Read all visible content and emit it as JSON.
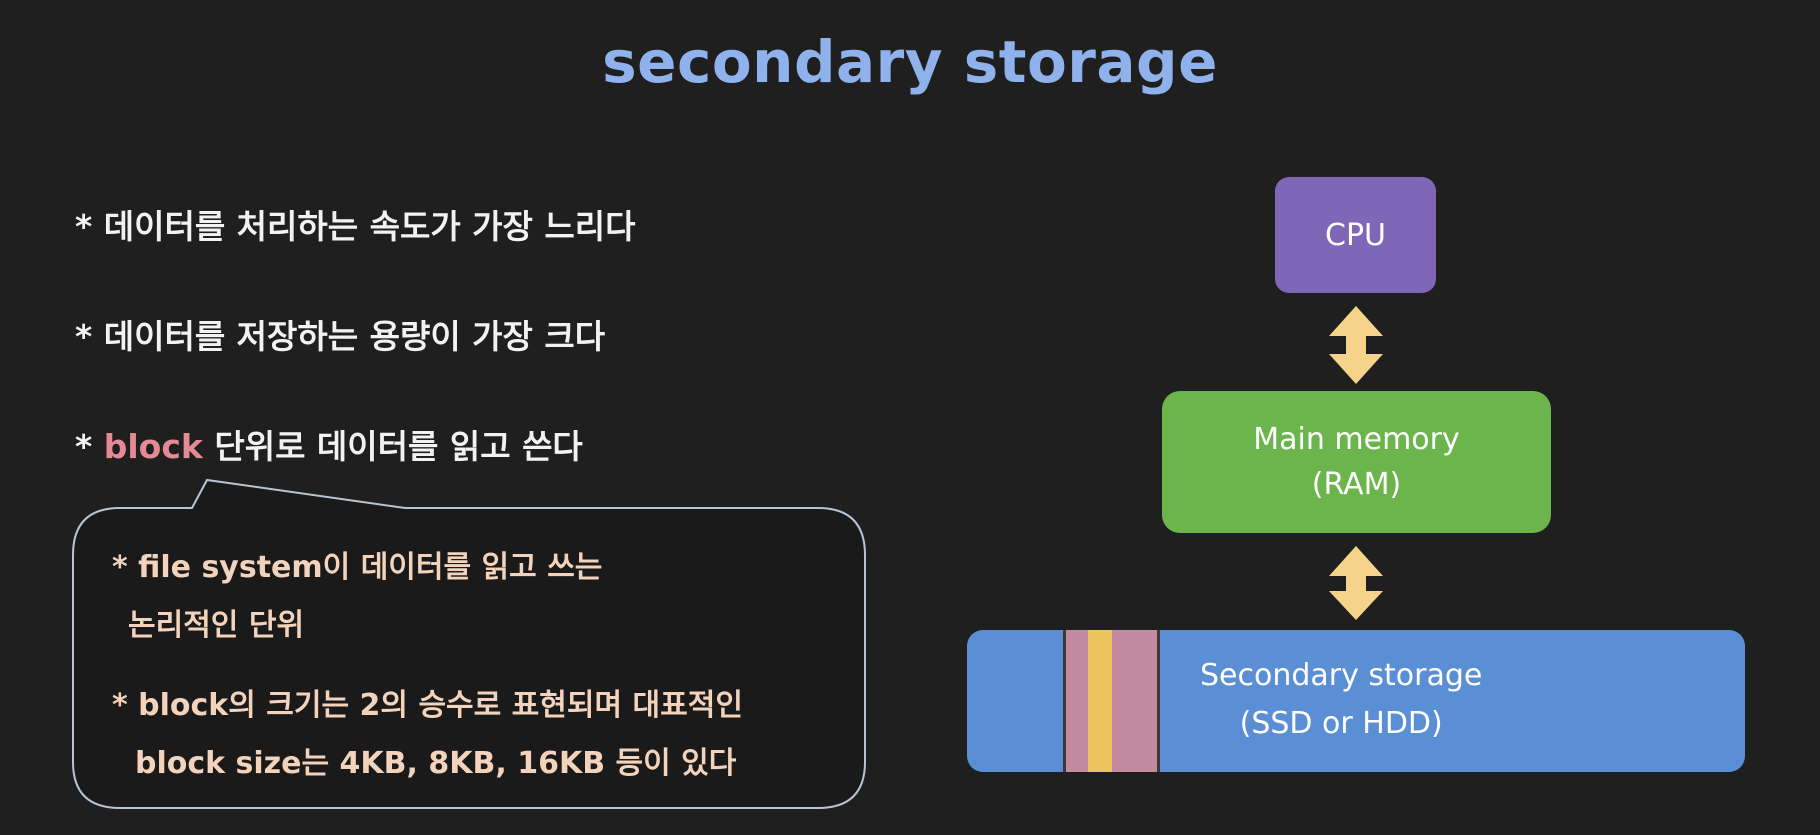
{
  "title": "secondary storage",
  "bullets": [
    "* 데이터를 처리하는 속도가 가장 느리다",
    "* 데이터를 저장하는 용량이 가장 크다"
  ],
  "bullet3": {
    "prefix": "* ",
    "highlight": "block",
    "rest": " 단위로 데이터를 읽고 쓴다"
  },
  "callout": {
    "line1": "* file system이 데이터를 읽고 쓰는",
    "line2": "논리적인 단위",
    "line3": "* block의 크기는 2의 승수로 표현되며 대표적인",
    "line4": "block size는 4KB, 8KB, 16KB 등이 있다"
  },
  "diagram": {
    "cpu": "CPU",
    "ram_line1": "Main memory",
    "ram_line2": "(RAM)",
    "storage_line1": "Secondary storage",
    "storage_line2": "(SSD or HDD)"
  },
  "colors": {
    "background": "#1f1f1f",
    "title": "#8fb1ec",
    "highlight": "#e48a95",
    "callout_text": "#f3d3bb",
    "cpu": "#7f66b7",
    "ram": "#6cb54c",
    "storage": "#5a8fd6",
    "block": "#c48ba0",
    "block_inner": "#ecc460",
    "arrow": "#f6d38a"
  }
}
